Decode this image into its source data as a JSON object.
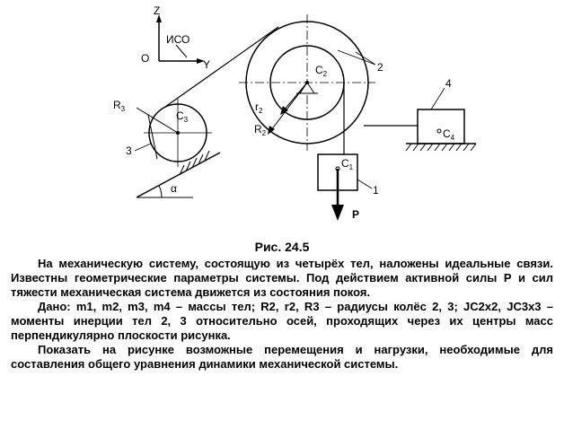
{
  "figure": {
    "axis_z": "Z",
    "axis_o": "O",
    "axis_y": "Y",
    "frame_label": "ИСО",
    "label_c2": "C",
    "label_c2_sub": "2",
    "label_c3": "C",
    "label_c3_sub": "3",
    "label_c1": "C",
    "label_c1_sub": "1",
    "label_c4": "C",
    "label_c4_sub": "4",
    "label_r2_small": "r",
    "label_r2_small_sub": "2",
    "label_R2": "R",
    "label_R2_sub": "2",
    "label_R3": "R",
    "label_R3_sub": "3",
    "num_1": "1",
    "num_2": "2",
    "num_3": "3",
    "num_4": "4",
    "alpha": "α",
    "force": "P"
  },
  "caption": "Рис. 24.5",
  "paragraph1": "На механическую систему, состоящую из четырёх тел, наложены идеальные связи. Известны геометрические параметры системы. Под действием активной силы P и сил тяжести механическая система движется из состояния покоя.",
  "given": {
    "lead": "Дано: ",
    "m_list": "m1, m2, m3, m4",
    "m_tail": " – массы тел; ",
    "r_list": "R2, r2, R3",
    "r_tail": " – радиусы колёс 2, 3; ",
    "j2": "JC2x2",
    "j_sep": ", ",
    "j3": "JC3x3",
    "j_tail": " – моменты инерции тел 2, 3 относительно осей, проходящих через их центры масс перпендикулярно плоскости рисунка."
  },
  "paragraph3": "Показать на рисунке возможные перемещения и нагрузки, необходимые для составления общего уравнения динамики механической системы."
}
